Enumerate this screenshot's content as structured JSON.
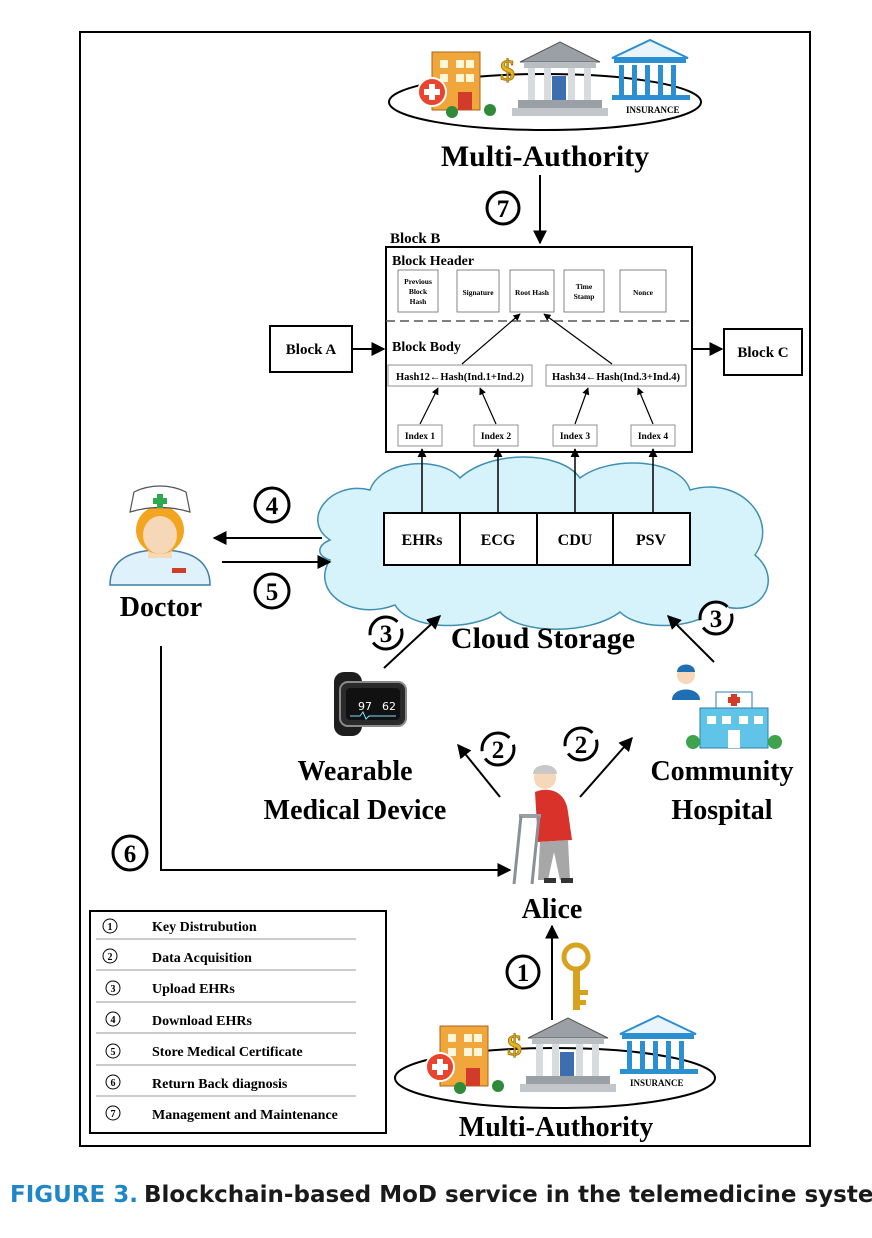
{
  "caption": {
    "label": "FIGURE 3.",
    "text": "Blockchain-based MoD service in the telemedicine system."
  },
  "multi_authority_top": {
    "label": "Multi-Authority",
    "insurance": "INSURANCE"
  },
  "multi_authority_bottom": {
    "label": "Multi-Authority",
    "insurance": "INSURANCE"
  },
  "block_b": {
    "title": "Block B",
    "header_label": "Block Header",
    "body_label": "Block Body",
    "header_fields": [
      "Previous Block Hash",
      "Signature",
      "Root Hash",
      "Time Stamp",
      "Nonce"
    ],
    "hash_left": "Hash12←Hash(Ind.1+Ind.2)",
    "hash_right": "Hash34←Hash(Ind.3+Ind.4)",
    "indexes": [
      "Index 1",
      "Index 2",
      "Index 3",
      "Index 4"
    ]
  },
  "block_a": "Block A",
  "block_c": "Block C",
  "cloud": {
    "label": "Cloud Storage",
    "cells": [
      "EHRs",
      "ECG",
      "CDU",
      "PSV"
    ]
  },
  "doctor": "Doctor",
  "wearable": {
    "line1": "Wearable",
    "line2": "Medical Device",
    "screen_left": "97",
    "screen_right": "62"
  },
  "hospital": {
    "line1": "Community",
    "line2": "Hospital"
  },
  "alice": "Alice",
  "step_numbers": [
    "1",
    "2",
    "3",
    "4",
    "5",
    "6",
    "7"
  ],
  "legend": [
    {
      "num": "1",
      "text": "Key Distrubution"
    },
    {
      "num": "2",
      "text": "Data Acquisition"
    },
    {
      "num": "3",
      "text": "Upload EHRs"
    },
    {
      "num": "4",
      "text": "Download EHRs"
    },
    {
      "num": "5",
      "text": "Store Medical Certificate"
    },
    {
      "num": "6",
      "text": "Return Back diagnosis"
    },
    {
      "num": "7",
      "text": "Management and Maintenance"
    }
  ]
}
